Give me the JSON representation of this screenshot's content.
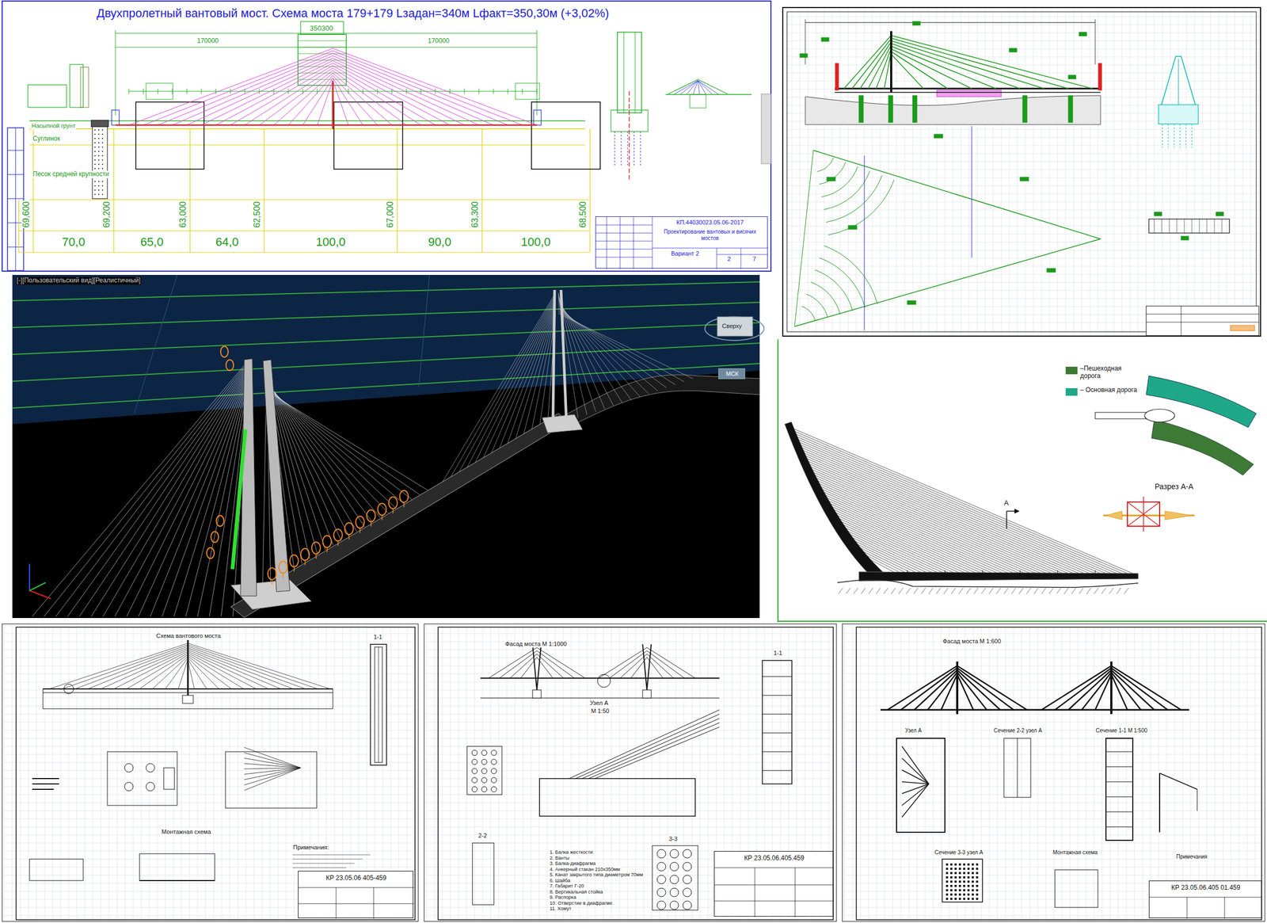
{
  "diagram": {
    "title": "Двухпролетный вантовый мост. Схема моста 179+179 Lзадан=340м Lфакт=350,30м (+3,02%)",
    "nodes": [
      {
        "text": [
          "КП.44030023.05.06-2017",
          "Проектирование вантовых и висячих мостов",
          "Вариант 2",
          "2",
          "7"
        ]
      },
      {
        "text": [
          "КР 23.05.06 405-459"
        ]
      },
      {
        "text": [
          "КР 23.05.06.405.459"
        ]
      },
      {
        "text": [
          "КР 23.05.06.405 01.459"
        ]
      },
      {
        "text": [
          "МСК"
        ]
      }
    ],
    "labels": [
      "350300",
      "170000",
      "170000",
      "Насыпной грунт",
      "Суглинок",
      "Песок средней крупности",
      "69,600",
      "69,200",
      "63,000",
      "62,500",
      "67,000",
      "63,300",
      "68,500",
      "70,0",
      "65,0",
      "64,0",
      "100,0",
      "90,0",
      "100,0",
      "[-][Пользовательский вид][Реалистичный]",
      "Сверху",
      "А",
      "Разрез А-А",
      "Схема вантового моста",
      "1-1",
      "Монтажная схема",
      "Примечания:",
      "Фасад моста М 1:1000",
      "1-1",
      "Узел А",
      "М 1:50",
      "2-2",
      "3-3",
      "1. Балка жесткости",
      "2. Ванты",
      "3. Балка-диафрагма",
      "4. Анкерный стакан 210х350мм",
      "5. Канат закрытого типа диаметром 70мм",
      "6. Шайба",
      "7. Габарит Г-20",
      "8. Вертикальная стойка",
      "9. Распорка",
      "10. Отверстие в диафрагме",
      "11. Хомут",
      "Фасад моста М 1:600",
      "Узел А",
      "Сечение 2-2 узел А",
      "Сечение 1-1 М 1:500",
      "Сечение 3-3 узел А",
      "Монтажная схема",
      "Примечания"
    ],
    "legend": [
      {
        "text": "–Пешеходная дорога",
        "color": "#3d7a35"
      },
      {
        "text": "– Основная дорога",
        "color": "#1fa888"
      }
    ]
  }
}
